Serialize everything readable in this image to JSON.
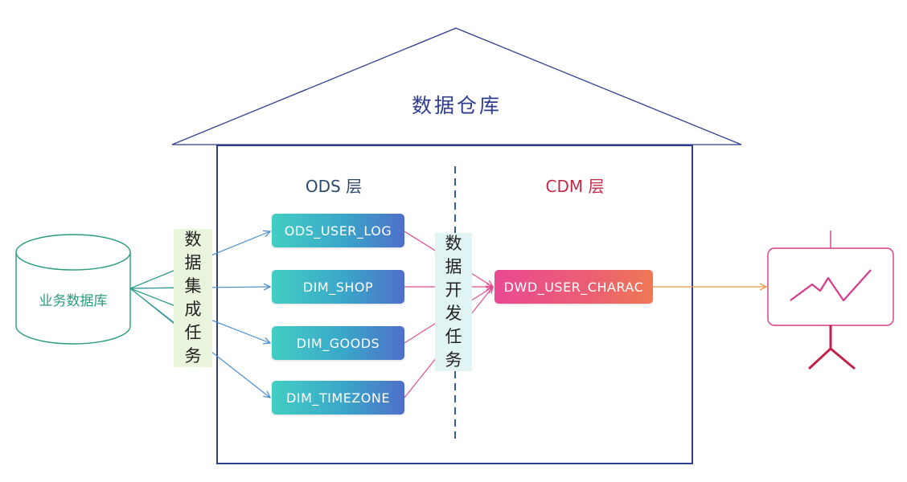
{
  "warehouse": {
    "title": "数据仓库"
  },
  "layers": {
    "ods": "ODS 层",
    "cdm": "CDM 层"
  },
  "source": {
    "label": "业务数据库"
  },
  "tasks": {
    "integration": "数据集成任务",
    "development": "数据开发任务"
  },
  "ods_tables": [
    "ODS_USER_LOG",
    "DIM_SHOP",
    "DIM_GOODS",
    "DIM_TIMEZONE"
  ],
  "cdm_tables": [
    "DWD_USER_CHARAC"
  ],
  "report": {
    "icon": "presentation-chart-icon"
  },
  "colors": {
    "outline": "#2f3e8f",
    "database": "#2a9b7c",
    "ods_gradient": [
      "#43cec3",
      "#4f6fca"
    ],
    "cdm_gradient": [
      "#e94a92",
      "#ef7855"
    ],
    "arrow_integration": "#4a90d0",
    "arrow_dev": "#e0508f",
    "arrow_output": "#f0964a",
    "chart": "#d63a8a"
  }
}
